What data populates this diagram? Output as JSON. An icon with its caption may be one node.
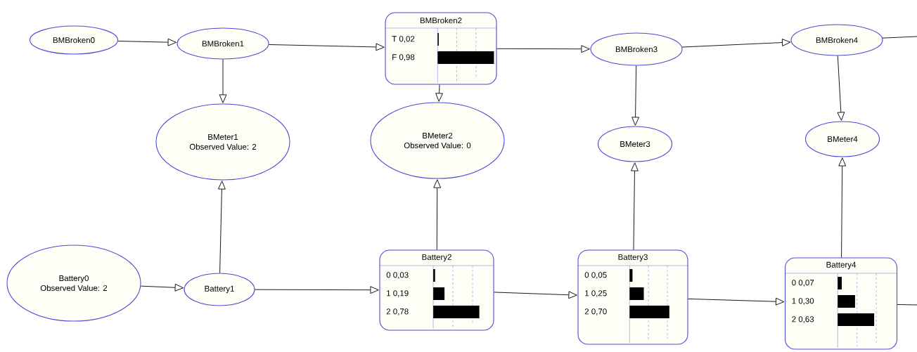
{
  "diagram": {
    "nodes": [
      {
        "text": [
          "BMBroken0"
        ]
      },
      {
        "text": [
          "BMBroken1"
        ]
      },
      {
        "text": [
          "BMBroken2",
          "T 0,02",
          "F 0,98"
        ]
      },
      {
        "text": [
          "BMBroken3"
        ]
      },
      {
        "text": [
          "BMBroken4"
        ]
      },
      {
        "text": [
          "BMeter1",
          "Observed Value: 2"
        ]
      },
      {
        "text": [
          "BMeter2",
          "Observed Value: 0"
        ]
      },
      {
        "text": [
          "BMeter3"
        ]
      },
      {
        "text": [
          "BMeter4"
        ]
      },
      {
        "text": [
          "Battery0",
          "Observed Value: 2"
        ]
      },
      {
        "text": [
          "Battery1"
        ]
      },
      {
        "text": [
          "Battery2",
          "0 0,03",
          "1 0,19",
          "2 0,78"
        ]
      },
      {
        "text": [
          "Battery3",
          "0 0,05",
          "1 0,25",
          "2 0,70"
        ]
      },
      {
        "text": [
          "Battery4",
          "0 0,07",
          "1 0,30",
          "2 0,63"
        ]
      }
    ],
    "edges": [
      {
        "from": 0,
        "to": 1,
        "arrow": "to"
      },
      {
        "from": 1,
        "to": 2,
        "arrow": "to"
      },
      {
        "from": 2,
        "to": 3,
        "arrow": "to"
      },
      {
        "from": 3,
        "to": 4,
        "arrow": "to"
      },
      {
        "from": 4,
        "to": null,
        "arrow": "none"
      },
      {
        "from": 1,
        "to": 5,
        "arrow": "to"
      },
      {
        "from": 2,
        "to": 6,
        "arrow": "to"
      },
      {
        "from": 3,
        "to": 7,
        "arrow": "to"
      },
      {
        "from": 4,
        "to": 8,
        "arrow": "to"
      },
      {
        "from": 10,
        "to": 5,
        "arrow": "to"
      },
      {
        "from": 11,
        "to": 6,
        "arrow": "to"
      },
      {
        "from": 12,
        "to": 7,
        "arrow": "to"
      },
      {
        "from": 13,
        "to": 8,
        "arrow": "to"
      },
      {
        "from": 9,
        "to": 10,
        "arrow": "to"
      },
      {
        "from": 10,
        "to": 11,
        "arrow": "to"
      },
      {
        "from": 11,
        "to": 12,
        "arrow": "to"
      },
      {
        "from": 12,
        "to": 13,
        "arrow": "to"
      },
      {
        "from": 13,
        "to": null,
        "arrow": "none"
      }
    ]
  }
}
